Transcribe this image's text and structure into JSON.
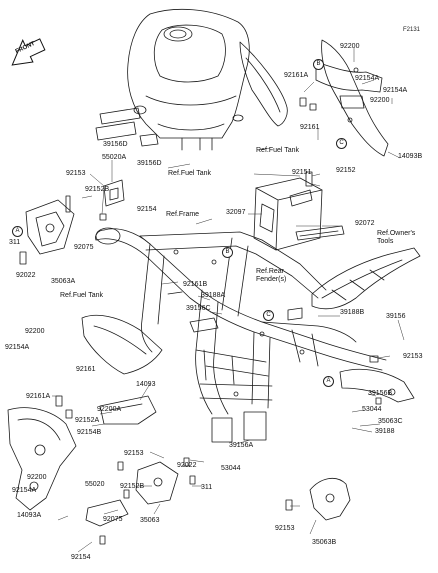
{
  "diagram_code": "F2131",
  "front_badge": "FRONT",
  "callouts": {
    "a": "A",
    "b": "B",
    "c": "C"
  },
  "part_labels": {
    "p92200_top": "92200",
    "p92161a_top": "92161A",
    "p92154a_top": "92154A",
    "p92200_right": "92200",
    "p92154a_right": "92154A",
    "p92161_top": "92161",
    "p14093b_top": "14093B",
    "p39156d_a": "39156D",
    "p39156d_b": "39156D",
    "p92153_left": "92153",
    "p55020a": "55020A",
    "p92152b_top": "92152B",
    "p92154_mid": "92154",
    "p311_left": "311",
    "p92075_left": "92075",
    "p92022_left": "92022",
    "p35063a": "35063A",
    "p92151": "92151",
    "p92152_right": "92152",
    "p32097": "32097",
    "p92072": "92072",
    "p92161b": "92161B",
    "p39188a": "39188A",
    "p39156c": "39156C",
    "p39188b": "39188B",
    "p39156": "39156",
    "p92153_right": "92153",
    "p92200_left": "92200",
    "p92154a_left": "92154A",
    "p92161_left": "92161",
    "p14093": "14093",
    "p92161a_left": "92161A",
    "p92200a": "92200A",
    "p92152a": "92152A",
    "p92154b": "92154B",
    "p39156b": "39156B",
    "p53044_right": "53044",
    "p35063c": "35063C",
    "p39188": "39188",
    "p39156a": "39156A",
    "p53044_mid": "53044",
    "p92153_mid": "92153",
    "p92152b_mid": "92152B",
    "p92022_mid": "92022",
    "p311_mid": "311",
    "p92200_bot": "92200",
    "p92154a_bot": "92154A",
    "p14093a": "14093A",
    "p55020": "55020",
    "p92075_bot": "92075",
    "p35063": "35063",
    "p92153_bot": "92153",
    "p35063b": "35063B",
    "p92154_bot": "92154"
  },
  "ref_labels": {
    "fuel_tank_top_right": "Ref.Fuel Tank",
    "fuel_tank_center": "Ref.Fuel Tank",
    "frame": "Ref.Frame",
    "owners_tools": "Ref.Owner's\nTools",
    "rear_fender": "Ref.Rear\nFender(s)",
    "fuel_tank_left": "Ref.Fuel Tank"
  }
}
